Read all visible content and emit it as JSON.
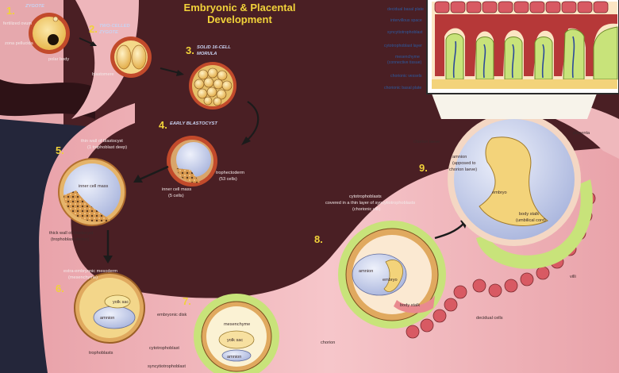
{
  "title_line1": "Embryonic & Placental",
  "title_line2": "Development",
  "stages": [
    {
      "num": "1.",
      "name": "ZYGOTE"
    },
    {
      "num": "2.",
      "name": "TWO-CELLED",
      "name2": "ZYGOTE"
    },
    {
      "num": "3.",
      "name": "SOLID 16-CELL",
      "name2": "MORULA"
    },
    {
      "num": "4.",
      "name": "EARLY BLASTOCYST"
    },
    {
      "num": "5."
    },
    {
      "num": "6."
    },
    {
      "num": "7."
    },
    {
      "num": "8."
    },
    {
      "num": "9."
    }
  ],
  "labels": {
    "fertilized_ovum": "fertilized ovum",
    "zona_pellucida": "zona pellucida",
    "polar_body": "polar body",
    "blastomere": "blastomere",
    "thin_wall_1": "thin wall of blastocyst",
    "thin_wall_2": "(1 trophoblast deep)",
    "inner_cell_mass": "inner cell mass",
    "thick_wall_1": "thick wall of blastocyst",
    "thick_wall_2": "(trophoblast dense)",
    "trophectoderm_1": "trophectoderm",
    "trophectoderm_2": "(53 cells)",
    "icm_1": "inner cell mass",
    "icm_2": "(5 cells)",
    "extra_meso_1": "extra-embryonic mesoderm",
    "extra_meso_2": "(mesenchyme)",
    "yolk_sac": "yolk sac",
    "amnion": "amnion",
    "embryonic_disk": "embryonic disk",
    "trophoblasts": "trophoblasts",
    "mesenchyme": "mesenchyme",
    "cytotrophoblast": "cytotrophoblast",
    "syncytiotrophoblast": "syncytiotrophoblast",
    "cyto_covered_1": "cytotrophoblasts",
    "cyto_covered_2": "covered in a thin layer of syncytiotrophoblasts",
    "cyto_covered_3": "(chorionic villi)",
    "embryo": "embryo",
    "body_stalk": "body stalk",
    "chorion": "chorion",
    "decidual_cells": "decidual cells",
    "villi": "villi",
    "chorion_laeve": "chorion laeve",
    "amnion_apposed_1": "amnion",
    "amnion_apposed_2": "(apposed to",
    "amnion_apposed_3": "chorion laeve)",
    "body_stalk_1": "body stalk",
    "body_stalk_2": "(umbilical cord)",
    "placenta": "placenta"
  },
  "inset_labels": [
    "decidual basal plate",
    "intervillous space",
    "syncytiotrophoblast",
    "cytotrophoblast layer",
    "mesenchyme",
    "(connective tissue)",
    "chorionic vessels",
    "chorionic basal plate"
  ],
  "colors": {
    "uterus_lumen": "#4a1f24",
    "uterine_wall": "#f0b8bd",
    "ovum_fill": "#f3d37a",
    "amnion_fill": "#c7d0ea",
    "number_yellow": "#f1d23a",
    "villi_green": "#c8e37a"
  }
}
